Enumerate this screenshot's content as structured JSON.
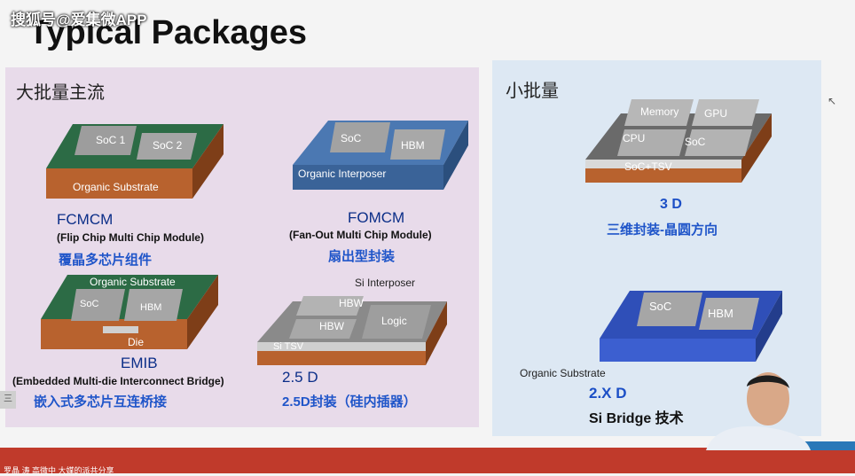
{
  "watermark": "搜狐号@爱集微APP",
  "slide_title": "Typical Packages",
  "left_panel": {
    "heading": "大批量主流",
    "fcmcm": {
      "chips": [
        "SoC 1",
        "SoC 2"
      ],
      "substrate": "Organic Substrate",
      "name": "FCMCM",
      "full": "(Flip Chip Multi Chip Module)",
      "cn": "覆晶多芯片组件"
    },
    "fomcm": {
      "chips": [
        "SoC",
        "HBM"
      ],
      "substrate": "Organic Interposer",
      "name": "FOMCM",
      "full": "(Fan-Out Multi Chip Module)",
      "cn": "扇出型封装"
    },
    "emib": {
      "chips": [
        "SoC",
        "HBM"
      ],
      "substrate": "Organic Substrate",
      "die": "Die",
      "name": "EMIB",
      "full": "(Embedded Multi-die Interconnect Bridge)",
      "cn": "嵌入式多芯片互连桥接"
    },
    "d25": {
      "interposer": "Si Interposer",
      "chips": [
        "HBW",
        "HBW",
        "Logic"
      ],
      "tsv": "Si TSV",
      "name": "2.5 D",
      "cn": "2.5D封装（硅内插器）"
    }
  },
  "right_panel": {
    "heading": "小批量",
    "d3": {
      "chips": [
        "Memory",
        "GPU",
        "CPU",
        "SoC"
      ],
      "base": "SoC+TSV",
      "name": "3 D",
      "cn": "三维封装-晶圆方向"
    },
    "d2x": {
      "chips": [
        "SoC",
        "HBM"
      ],
      "substrate": "Organic  Substrate",
      "name": "2.X D",
      "subname": "Si Bridge 技术"
    }
  },
  "side_tab": "三",
  "bottom_bar_text": "罗晶 涛 高微中 大媒的派共分享",
  "colors": {
    "left_panel_bg": "#e8dbea",
    "right_panel_bg": "#dde8f3",
    "label_blue": "#1c4fc6",
    "bottom_bar": "#c03a2b"
  }
}
